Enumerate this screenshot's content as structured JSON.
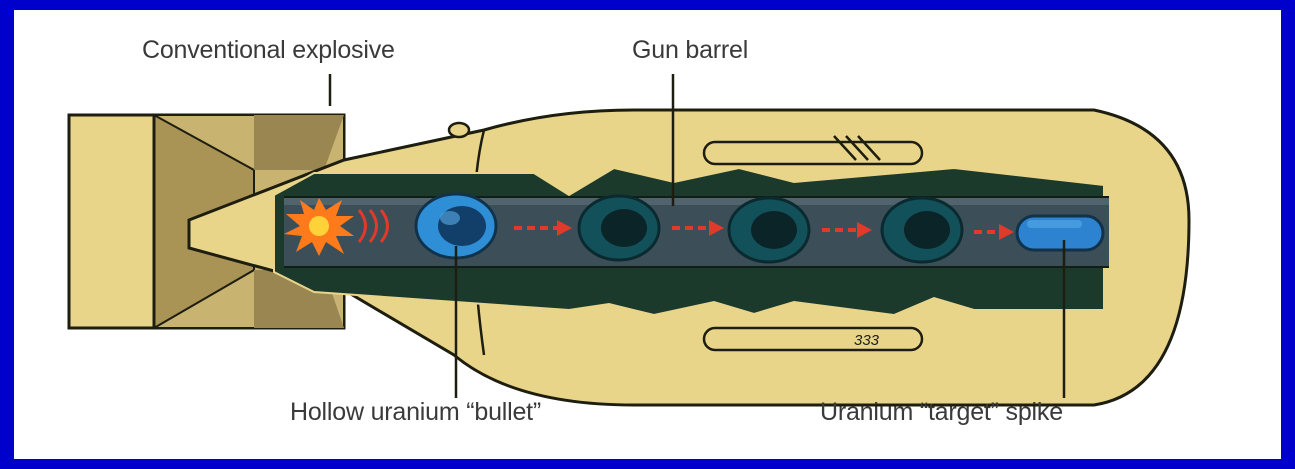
{
  "labels": {
    "explosive": "Conventional explosive",
    "barrel": "Gun barrel",
    "bullet": "Hollow uranium “bullet”",
    "target": "Uranium “target” spike"
  },
  "fin_marking": "333",
  "colors": {
    "frame": "#0000cc",
    "casing": "#e8d58a",
    "casing_shadow": "#b9a465",
    "outline": "#1e1e10",
    "interior_dark": "#1c3a2c",
    "barrel": "#3c4f59",
    "ring_bullet": "#2f8fd6",
    "ring_dark": "#13515a",
    "target": "#2e83d0",
    "arrow": "#e03a2a",
    "flash": "#ff7a1a"
  }
}
